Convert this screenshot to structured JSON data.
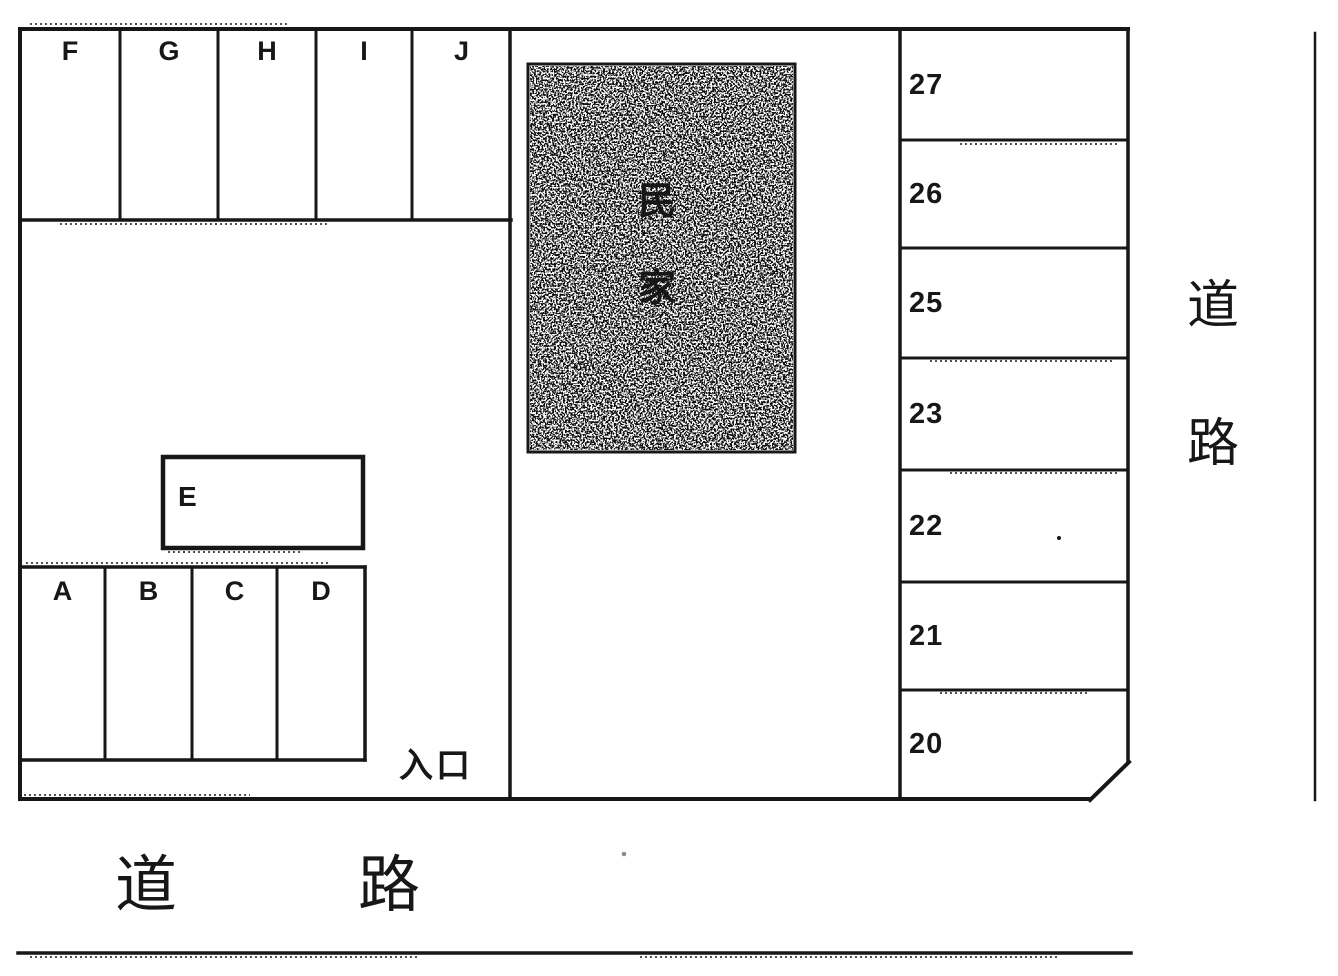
{
  "page": {
    "kind": "parking lot layout sketch (scanned)",
    "colors": {
      "ink": "#171717",
      "paper": "#ffffff",
      "speck": "#8c8c8c"
    }
  },
  "parking_map": {
    "top_row_stalls": [
      {
        "label": "F"
      },
      {
        "label": "G"
      },
      {
        "label": "H"
      },
      {
        "label": "I"
      },
      {
        "label": "J"
      }
    ],
    "middle_stall": {
      "label": "E"
    },
    "bottom_row_stalls": [
      {
        "label": "A"
      },
      {
        "label": "B"
      },
      {
        "label": "C"
      },
      {
        "label": "D"
      }
    ],
    "numbered_stalls": [
      {
        "label": "27"
      },
      {
        "label": "26"
      },
      {
        "label": "25"
      },
      {
        "label": "23"
      },
      {
        "label": "22"
      },
      {
        "label": "21"
      },
      {
        "label": "20"
      }
    ],
    "building": {
      "name": "民家",
      "char_top": "民",
      "char_bottom": "家"
    },
    "entrance_label": "入口",
    "road_bottom": {
      "name": "道路",
      "char_left": "道",
      "char_right": "路"
    },
    "road_right": {
      "name": "道路",
      "char_top": "道",
      "char_bottom": "路"
    }
  }
}
